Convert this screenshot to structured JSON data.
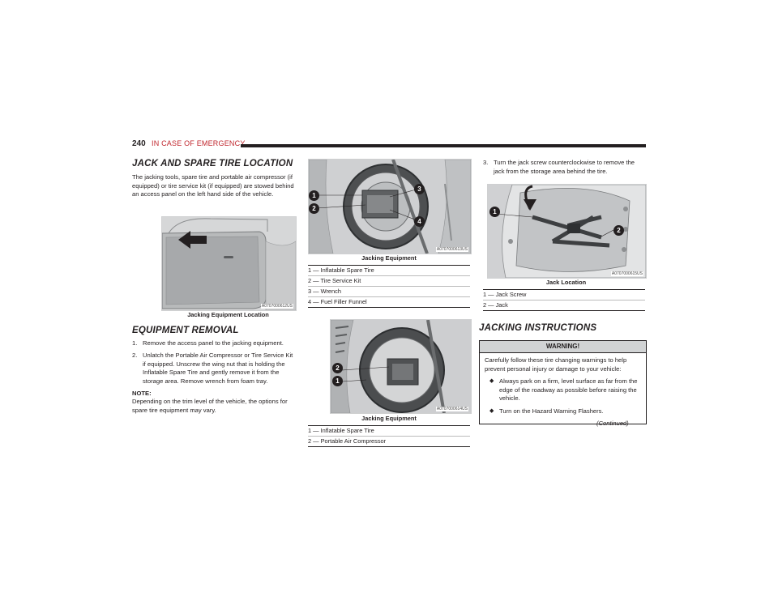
{
  "header": {
    "page_number": "240",
    "section": "IN CASE OF EMERGENCY"
  },
  "left": {
    "heading1": "JACK AND SPARE TIRE LOCATION",
    "intro": "The jacking tools, spare tire and portable air compressor (if equipped) or tire service kit (if equipped) are stowed behind an access panel on the left hand side of the vehicle.",
    "figure1": {
      "code": "A0707000612US",
      "caption": "Jacking Equipment Location"
    },
    "heading2": "EQUIPMENT REMOVAL",
    "steps": [
      {
        "num": "1.",
        "text": "Remove the access panel to the jacking equipment."
      },
      {
        "num": "2.",
        "text": "Unlatch the Portable Air Compressor or Tire Service Kit if equipped. Unscrew the wing nut that is holding the Inflatable Spare Tire and gently remove it from the storage area. Remove wrench from foam tray."
      }
    ],
    "note_label": "NOTE:",
    "note_text": "Depending on the trim level of the vehicle, the options for spare tire equipment may vary."
  },
  "middle": {
    "figure1": {
      "code": "A0707000613US",
      "caption": "Jacking Equipment",
      "callouts": [
        "1",
        "2",
        "3",
        "4"
      ],
      "legend": [
        "1 — Inflatable Spare Tire",
        "2 — Tire Service Kit",
        "3 — Wrench",
        "4 — Fuel Filler Funnel"
      ]
    },
    "figure2": {
      "code": "A0707000614US",
      "caption": "Jacking Equipment",
      "callouts": [
        "1",
        "2"
      ],
      "legend": [
        "1 — Inflatable Spare Tire",
        "2 — Portable Air Compressor"
      ]
    }
  },
  "right": {
    "step3_num": "3.",
    "step3_text": "Turn the jack screw counterclockwise to remove the jack from the storage area behind the tire.",
    "figure": {
      "code": "A0707000615US",
      "caption": "Jack Location",
      "callouts": [
        "1",
        "2"
      ],
      "legend": [
        "1 — Jack Screw",
        "2 — Jack"
      ]
    },
    "heading": "JACKING INSTRUCTIONS",
    "warning": {
      "title": "WARNING!",
      "intro": "Carefully follow these tire changing warnings to help prevent personal injury or damage to your vehicle:",
      "bullets": [
        "Always park on a firm, level surface as far from the edge of the roadway as possible before raising the vehicle.",
        "Turn on the Hazard Warning Flashers."
      ]
    },
    "continued": "(Continued)"
  },
  "colors": {
    "section_red": "#c0262d",
    "text": "#231f20",
    "warning_band": "#d1d3d4"
  },
  "icons": {
    "bullet": "diamond-bullet-icon"
  }
}
